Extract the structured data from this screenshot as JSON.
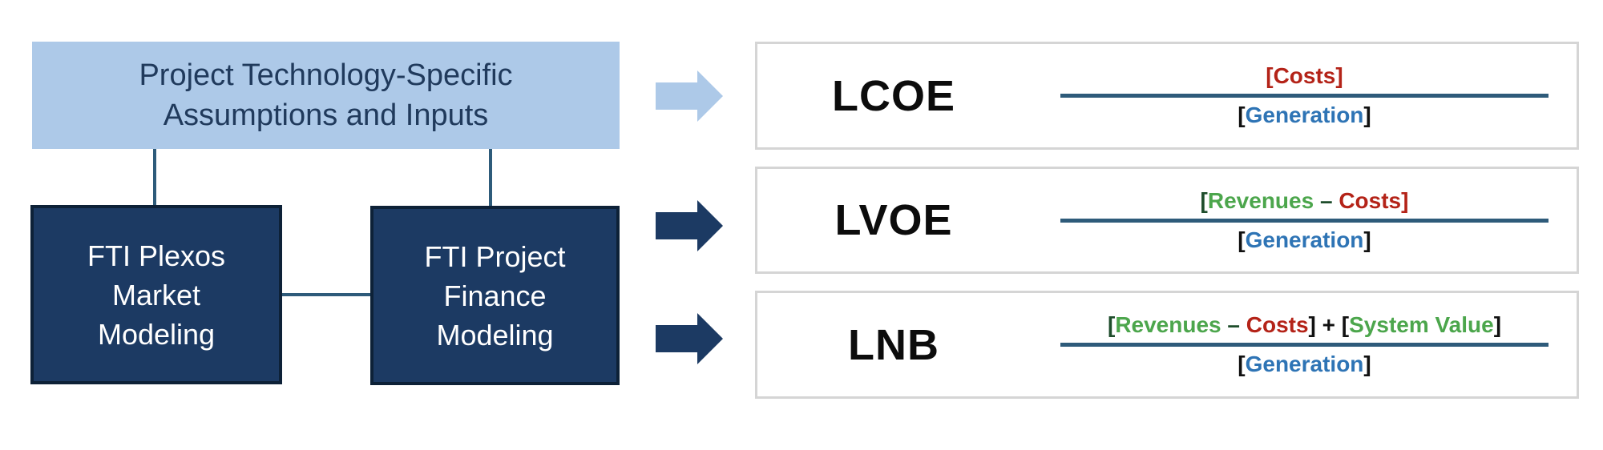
{
  "palette": {
    "light_blue_fill": "#ADC9E8",
    "navy_fill": "#1C3A63",
    "navy_border": "#0D2137",
    "connector_line": "#2E5B7A",
    "fraction_line": "#2E5B7A",
    "metric_box_border": "#D5D5D5",
    "green_text": "#4CA64C",
    "dark_green_text": "#1E4D2B",
    "red_text": "#B42318",
    "blue_text": "#2E74B5",
    "black_text": "#111111",
    "flow_text_dark": "#203A5C"
  },
  "flowchart": {
    "top_box": {
      "lines": [
        "Project Technology-Specific",
        "Assumptions and Inputs"
      ]
    },
    "market_box": {
      "lines": [
        "FTI Plexos",
        "Market",
        "Modeling"
      ]
    },
    "finance_box": {
      "lines": [
        "FTI Project",
        "Finance",
        "Modeling"
      ]
    }
  },
  "metrics": [
    {
      "label": "LCOE",
      "arrow_color": "#ADC9E8",
      "numerator": [
        {
          "text": "[Costs]",
          "color": "#B42318"
        }
      ],
      "denominator": [
        {
          "text": "[",
          "color": "#111111"
        },
        {
          "text": "Generation",
          "color": "#2E74B5"
        },
        {
          "text": "]",
          "color": "#111111"
        }
      ]
    },
    {
      "label": "LVOE",
      "arrow_color": "#1C3A63",
      "numerator": [
        {
          "text": "[",
          "color": "#1E4D2B"
        },
        {
          "text": "Revenues",
          "color": "#4CA64C"
        },
        {
          "text": " – ",
          "color": "#1E4D2B"
        },
        {
          "text": "Costs",
          "color": "#B42318"
        },
        {
          "text": "]",
          "color": "#B42318"
        }
      ],
      "denominator": [
        {
          "text": "[",
          "color": "#111111"
        },
        {
          "text": "Generation",
          "color": "#2E74B5"
        },
        {
          "text": "]",
          "color": "#111111"
        }
      ]
    },
    {
      "label": "LNB",
      "arrow_color": "#1C3A63",
      "numerator": [
        {
          "text": "[",
          "color": "#1E4D2B"
        },
        {
          "text": "Revenues",
          "color": "#4CA64C"
        },
        {
          "text": " – ",
          "color": "#1E4D2B"
        },
        {
          "text": "Costs",
          "color": "#B42318"
        },
        {
          "text": "]",
          "color": "#111111"
        },
        {
          "text": " + ",
          "color": "#111111"
        },
        {
          "text": "[",
          "color": "#111111"
        },
        {
          "text": "System Value",
          "color": "#4CA64C"
        },
        {
          "text": "]",
          "color": "#111111"
        }
      ],
      "denominator": [
        {
          "text": "[",
          "color": "#111111"
        },
        {
          "text": "Generation",
          "color": "#2E74B5"
        },
        {
          "text": "]",
          "color": "#111111"
        }
      ]
    }
  ]
}
